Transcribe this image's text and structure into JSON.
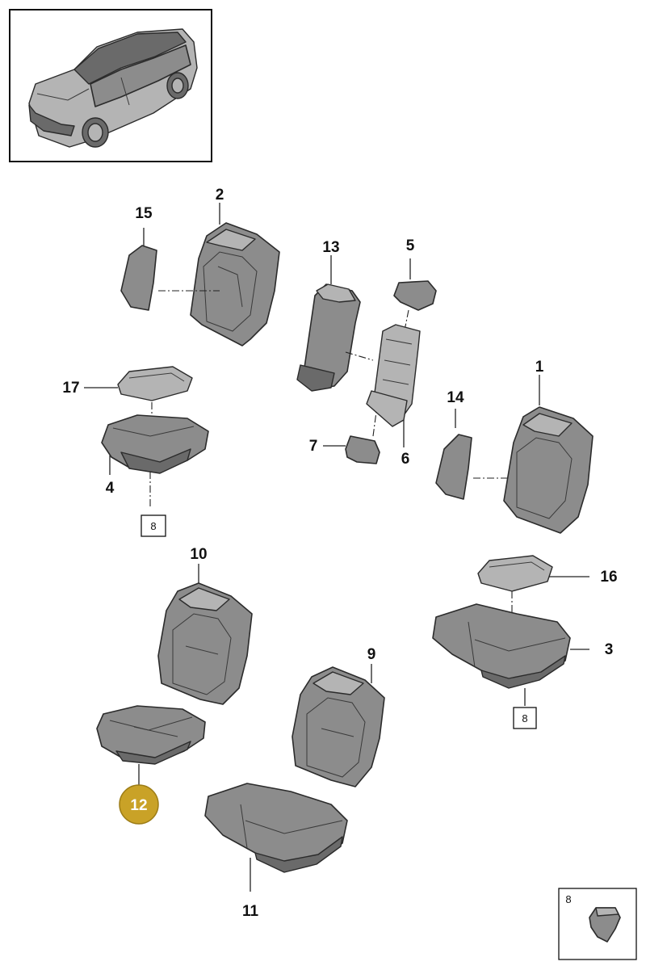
{
  "diagram": {
    "vehicle_thumbnail_icon": "suv-car-icon",
    "highlight_color": "#c9a227",
    "labels": {
      "p1": "1",
      "p2": "2",
      "p3": "3",
      "p4": "4",
      "p5": "5",
      "p6": "6",
      "p7": "7",
      "p9": "9",
      "p10": "10",
      "p11": "11",
      "p12": "12",
      "p13": "13",
      "p14": "14",
      "p15": "15",
      "p16": "16",
      "p17": "17"
    },
    "ref_boxes": {
      "left": "8",
      "right": "8",
      "corner": "8"
    },
    "highlighted_part": "12"
  }
}
